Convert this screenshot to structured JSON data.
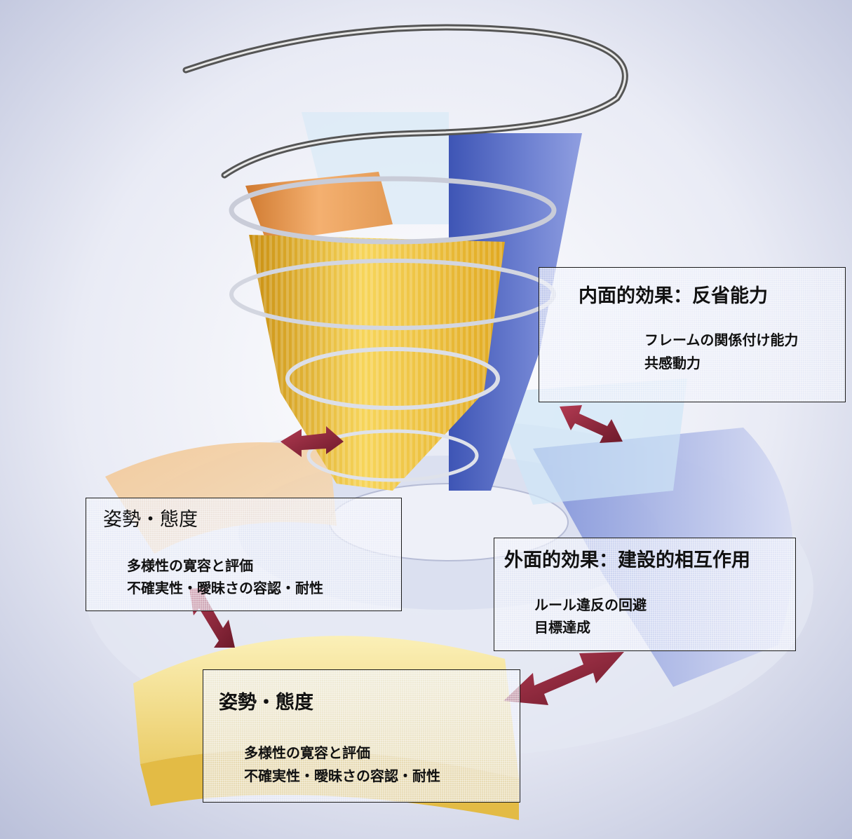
{
  "boxes": {
    "inner_effect": {
      "title": "内面的効果：反省能力",
      "items": [
        "フレームの関係付け能力",
        "共感動力"
      ]
    },
    "attitude_upper": {
      "title": "姿勢・態度",
      "items": [
        "多様性の寛容と評価",
        "不確実性・曖昧さの容認・耐性"
      ]
    },
    "outer_effect": {
      "title": "外面的効果：建設的相互作用",
      "items": [
        "ルール違反の回避",
        "目標達成"
      ]
    },
    "attitude_lower": {
      "title": "姿勢・態度",
      "items": [
        "多様性の寛容と評価",
        "不確実性・曖昧さの容認・耐性"
      ]
    }
  },
  "colors": {
    "background": "#dde1ef",
    "cone_yellow": "#f2c63c",
    "cone_orange": "#e8a050",
    "cone_blue": "#5b6fc8",
    "base_yellow": "#f4e49a",
    "arrow": "#8e2438",
    "spiral": "#8a8a8a"
  }
}
